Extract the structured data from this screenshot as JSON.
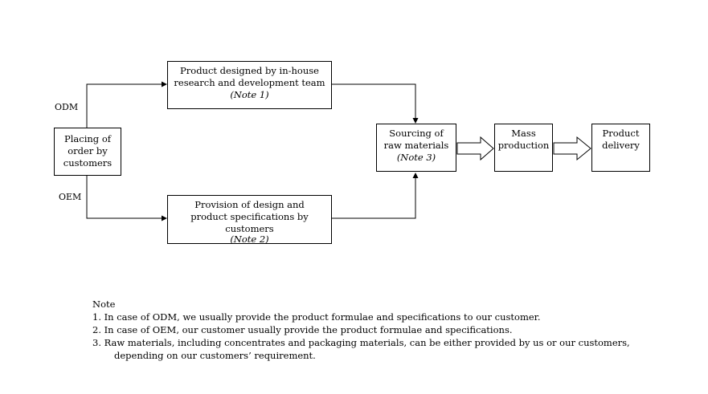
{
  "nodes": {
    "placing": {
      "lines": [
        "Placing of",
        "order by",
        "customers"
      ]
    },
    "in_house": {
      "lines": [
        "Product designed by in-house",
        "research and development team"
      ],
      "note": "(Note 1)"
    },
    "provision": {
      "lines": [
        "Provision of design and",
        "product specifications by",
        "customers"
      ],
      "note": "(Note 2)"
    },
    "sourcing": {
      "lines": [
        "Sourcing of",
        "raw materials"
      ],
      "note": "(Note 3)"
    },
    "mass": {
      "lines": [
        "Mass",
        "production"
      ]
    },
    "delivery": {
      "lines": [
        "Product",
        "delivery"
      ]
    }
  },
  "labels": {
    "odm": "ODM",
    "oem": "OEM"
  },
  "notes": {
    "title": "Note",
    "items": [
      "1. In case of ODM, we usually provide the product formulae and specifications to our customer.",
      "2. In case of OEM, our customer usually provide the product formulae and specifications.",
      "3. Raw materials, including concentrates and packaging materials, can be either provided by us or our customers,"
    ],
    "item3_cont": "depending on our customers’ requirement."
  }
}
